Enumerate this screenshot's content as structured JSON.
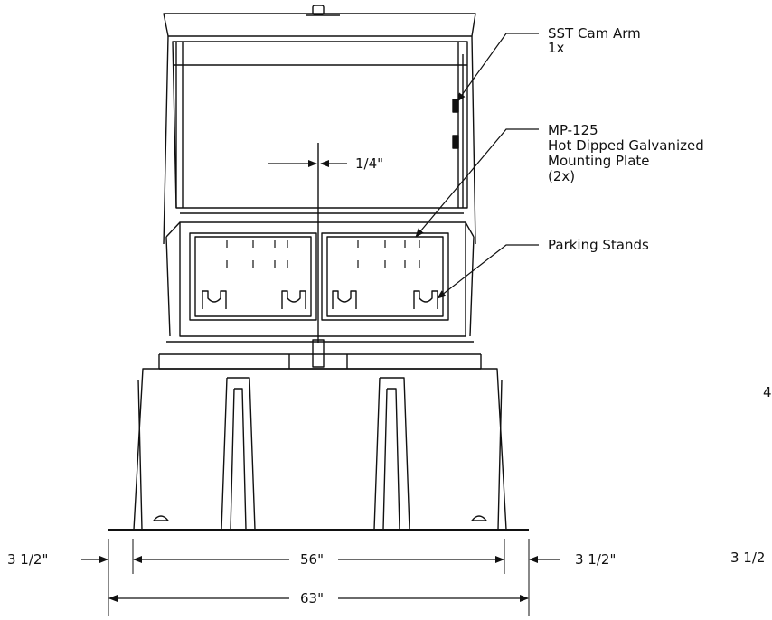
{
  "callouts": {
    "cam_arm_title": "SST Cam Arm",
    "cam_arm_qty": "1x",
    "plate_model": "MP-125",
    "plate_line1": "Hot Dipped Galvanized",
    "plate_line2": "Mounting Plate",
    "plate_qty": "(2x)",
    "parking_stands": "Parking Stands"
  },
  "dimensions": {
    "gap": "1/4\"",
    "left_offset": "3 1/2\"",
    "inner_width": "56\"",
    "right_offset": "3 1/2\"",
    "overall_width": "63\"",
    "edge_partial_1": "4",
    "edge_partial_2": "3 1/2"
  }
}
